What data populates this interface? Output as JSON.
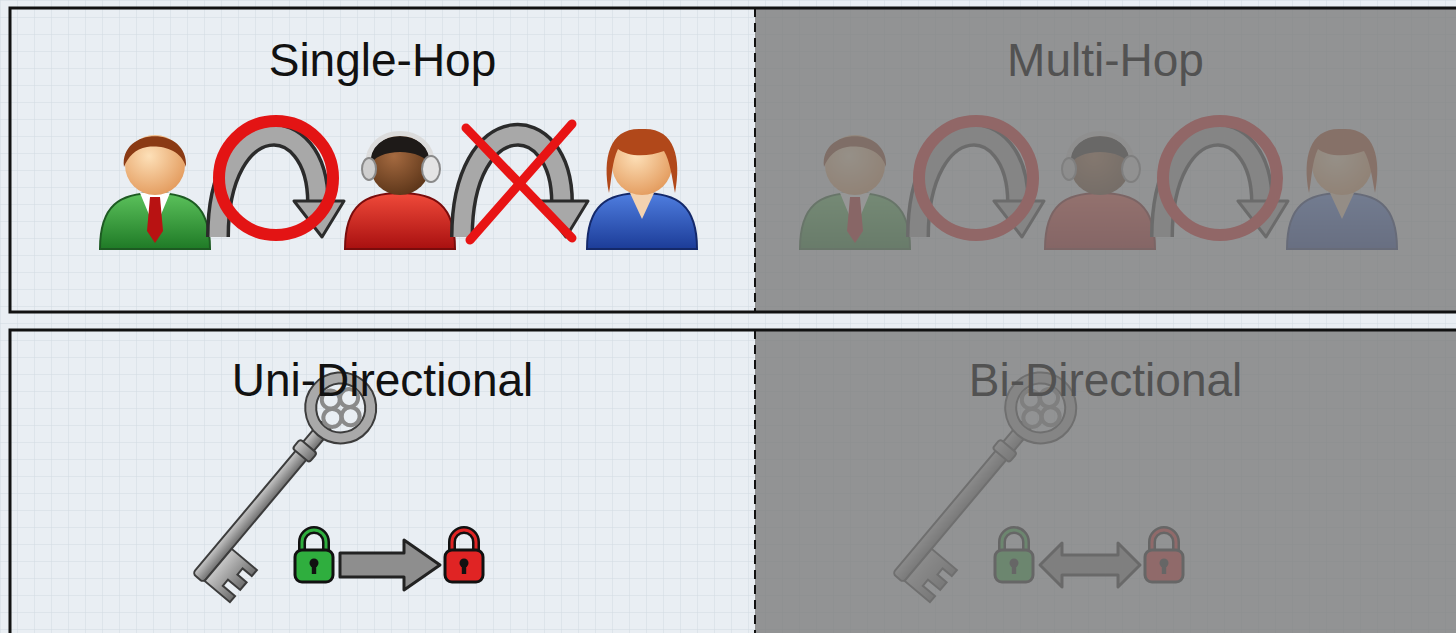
{
  "diagram": {
    "nodes": [
      {
        "text": [
          "Single-Hop"
        ]
      },
      {
        "text": [
          "Multi-Hop"
        ]
      },
      {
        "text": [
          "Uni-Directional"
        ]
      },
      {
        "text": [
          "Bi-Directional"
        ]
      }
    ]
  }
}
